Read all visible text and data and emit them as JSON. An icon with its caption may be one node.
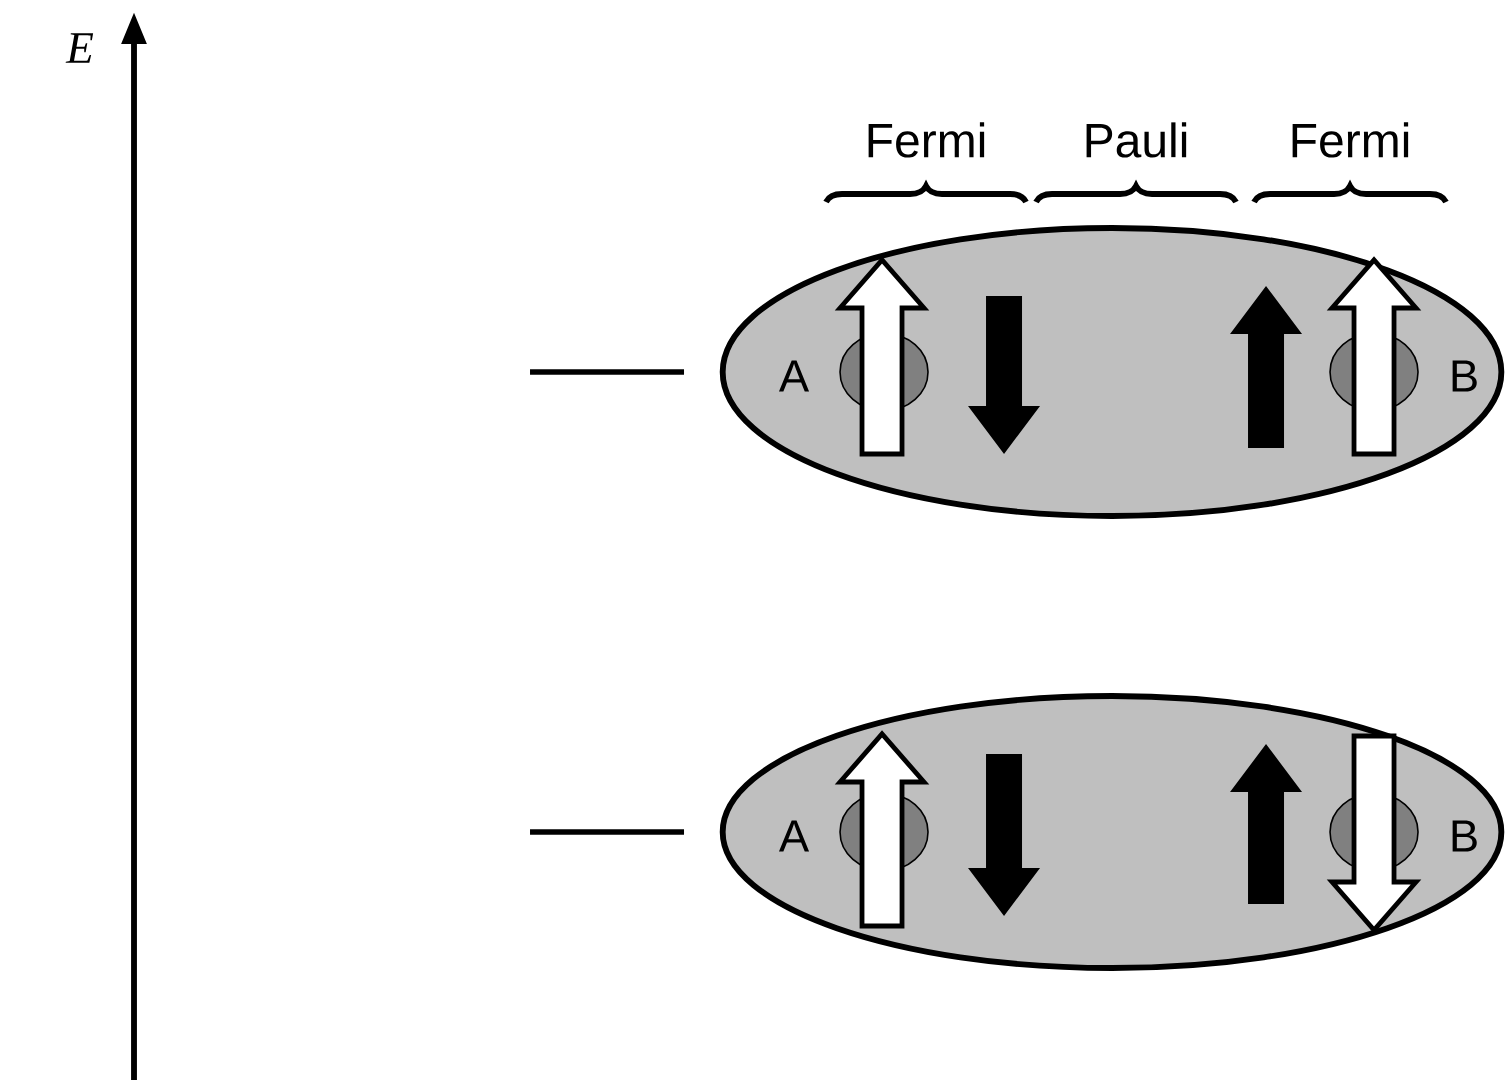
{
  "diagram": {
    "nodes": [
      {
        "text": [],
        "shape": "ellipse"
      },
      {
        "text": [],
        "shape": "circle",
        "in": 0,
        "beside": [
          "A"
        ]
      },
      {
        "text": [],
        "shape": "circle",
        "in": 0,
        "beside": [
          "B"
        ]
      },
      {
        "text": [],
        "shape": "ellipse"
      },
      {
        "text": [],
        "shape": "circle",
        "in": 3,
        "beside": [
          "A"
        ]
      },
      {
        "text": [],
        "shape": "circle",
        "in": 3,
        "beside": [
          "B"
        ]
      }
    ],
    "labels": [
      "E",
      "Fermi",
      "Pauli",
      "Fermi"
    ]
  }
}
